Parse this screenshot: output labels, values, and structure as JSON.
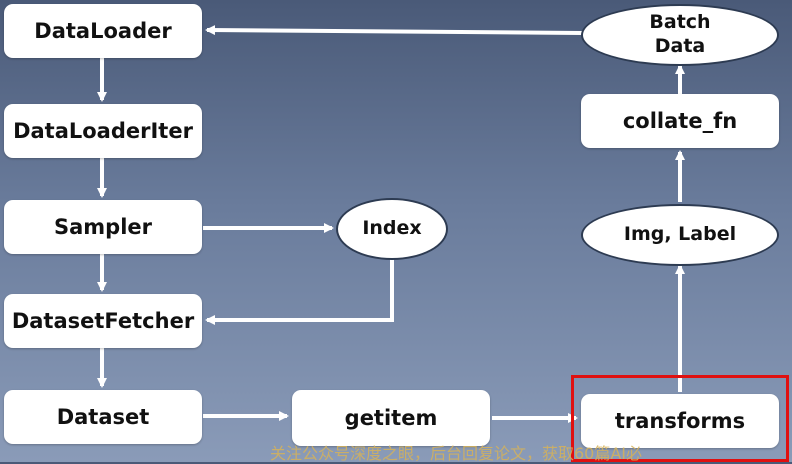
{
  "nodes": {
    "dataloader": "DataLoader",
    "dataloader_iter": "DataLoaderIter",
    "sampler": "Sampler",
    "dataset_fetcher": "DatasetFetcher",
    "dataset": "Dataset",
    "getitem": "getitem",
    "transforms": "transforms",
    "index": "Index",
    "img_label": "Img, Label",
    "collate_fn": "collate_fn",
    "batch_data": "Batch\nData"
  },
  "watermark": "关注公众号深度之眼，后台回复论文，获取60篇AI必"
}
